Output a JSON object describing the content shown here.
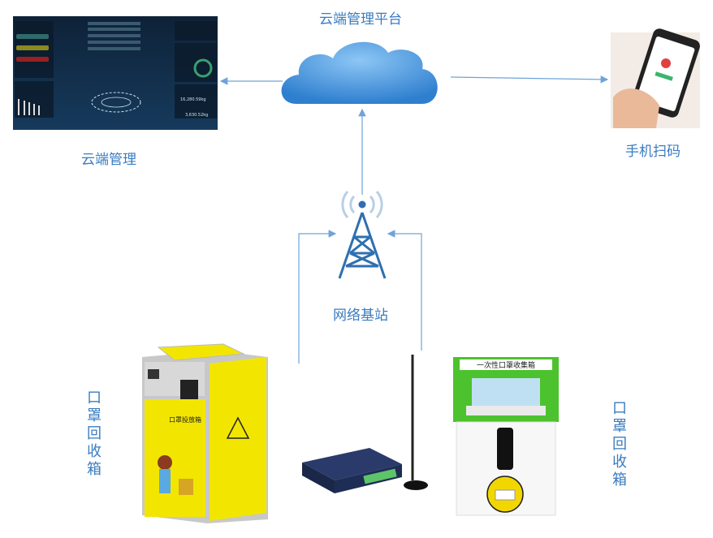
{
  "title": "云端管理平台",
  "cloud_management_label": "云端管理",
  "mobile_label": "手机扫码",
  "base_station_label": "网络基站",
  "left_device_label": "口罩回收箱",
  "right_device_label": "口罩回收箱",
  "left_bin_sign": "口罩投放箱",
  "right_bin_sign": "一次性口罩收集箱",
  "dashboard": {
    "total_1": "16,280.59kg",
    "total_2": "3,630.52kg"
  },
  "colors": {
    "text": "#3a7cc0",
    "line": "#6fa3d9",
    "cloud": "#3b8fd6",
    "tower": "#2f6fb0",
    "left_bin": "#f2e600",
    "right_bin_accent": "#4cc22e"
  }
}
